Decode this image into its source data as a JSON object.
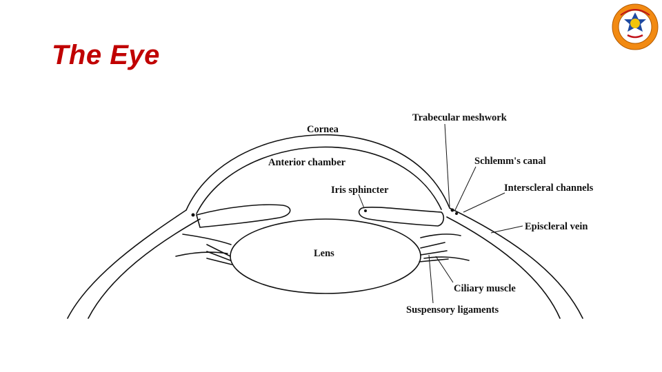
{
  "slide": {
    "title": "The Eye"
  },
  "logo": {
    "icon": "university-seal-icon",
    "colors": {
      "ring": "#f28a12",
      "center": "#1f4aa0",
      "text": "#c0121a"
    }
  },
  "diagram": {
    "labels": {
      "cornea": "Cornea",
      "anterior_chamber": "Anterior chamber",
      "iris_sphincter": "Iris sphincter",
      "lens": "Lens",
      "trabecular_meshwork": "Trabecular meshwork",
      "schlemms_canal": "Schlemm's canal",
      "interscleral_channels": "Interscleral channels",
      "episcleral_vein": "Episcleral vein",
      "ciliary_muscle": "Ciliary muscle",
      "suspensory_ligaments": "Suspensory ligaments"
    }
  }
}
